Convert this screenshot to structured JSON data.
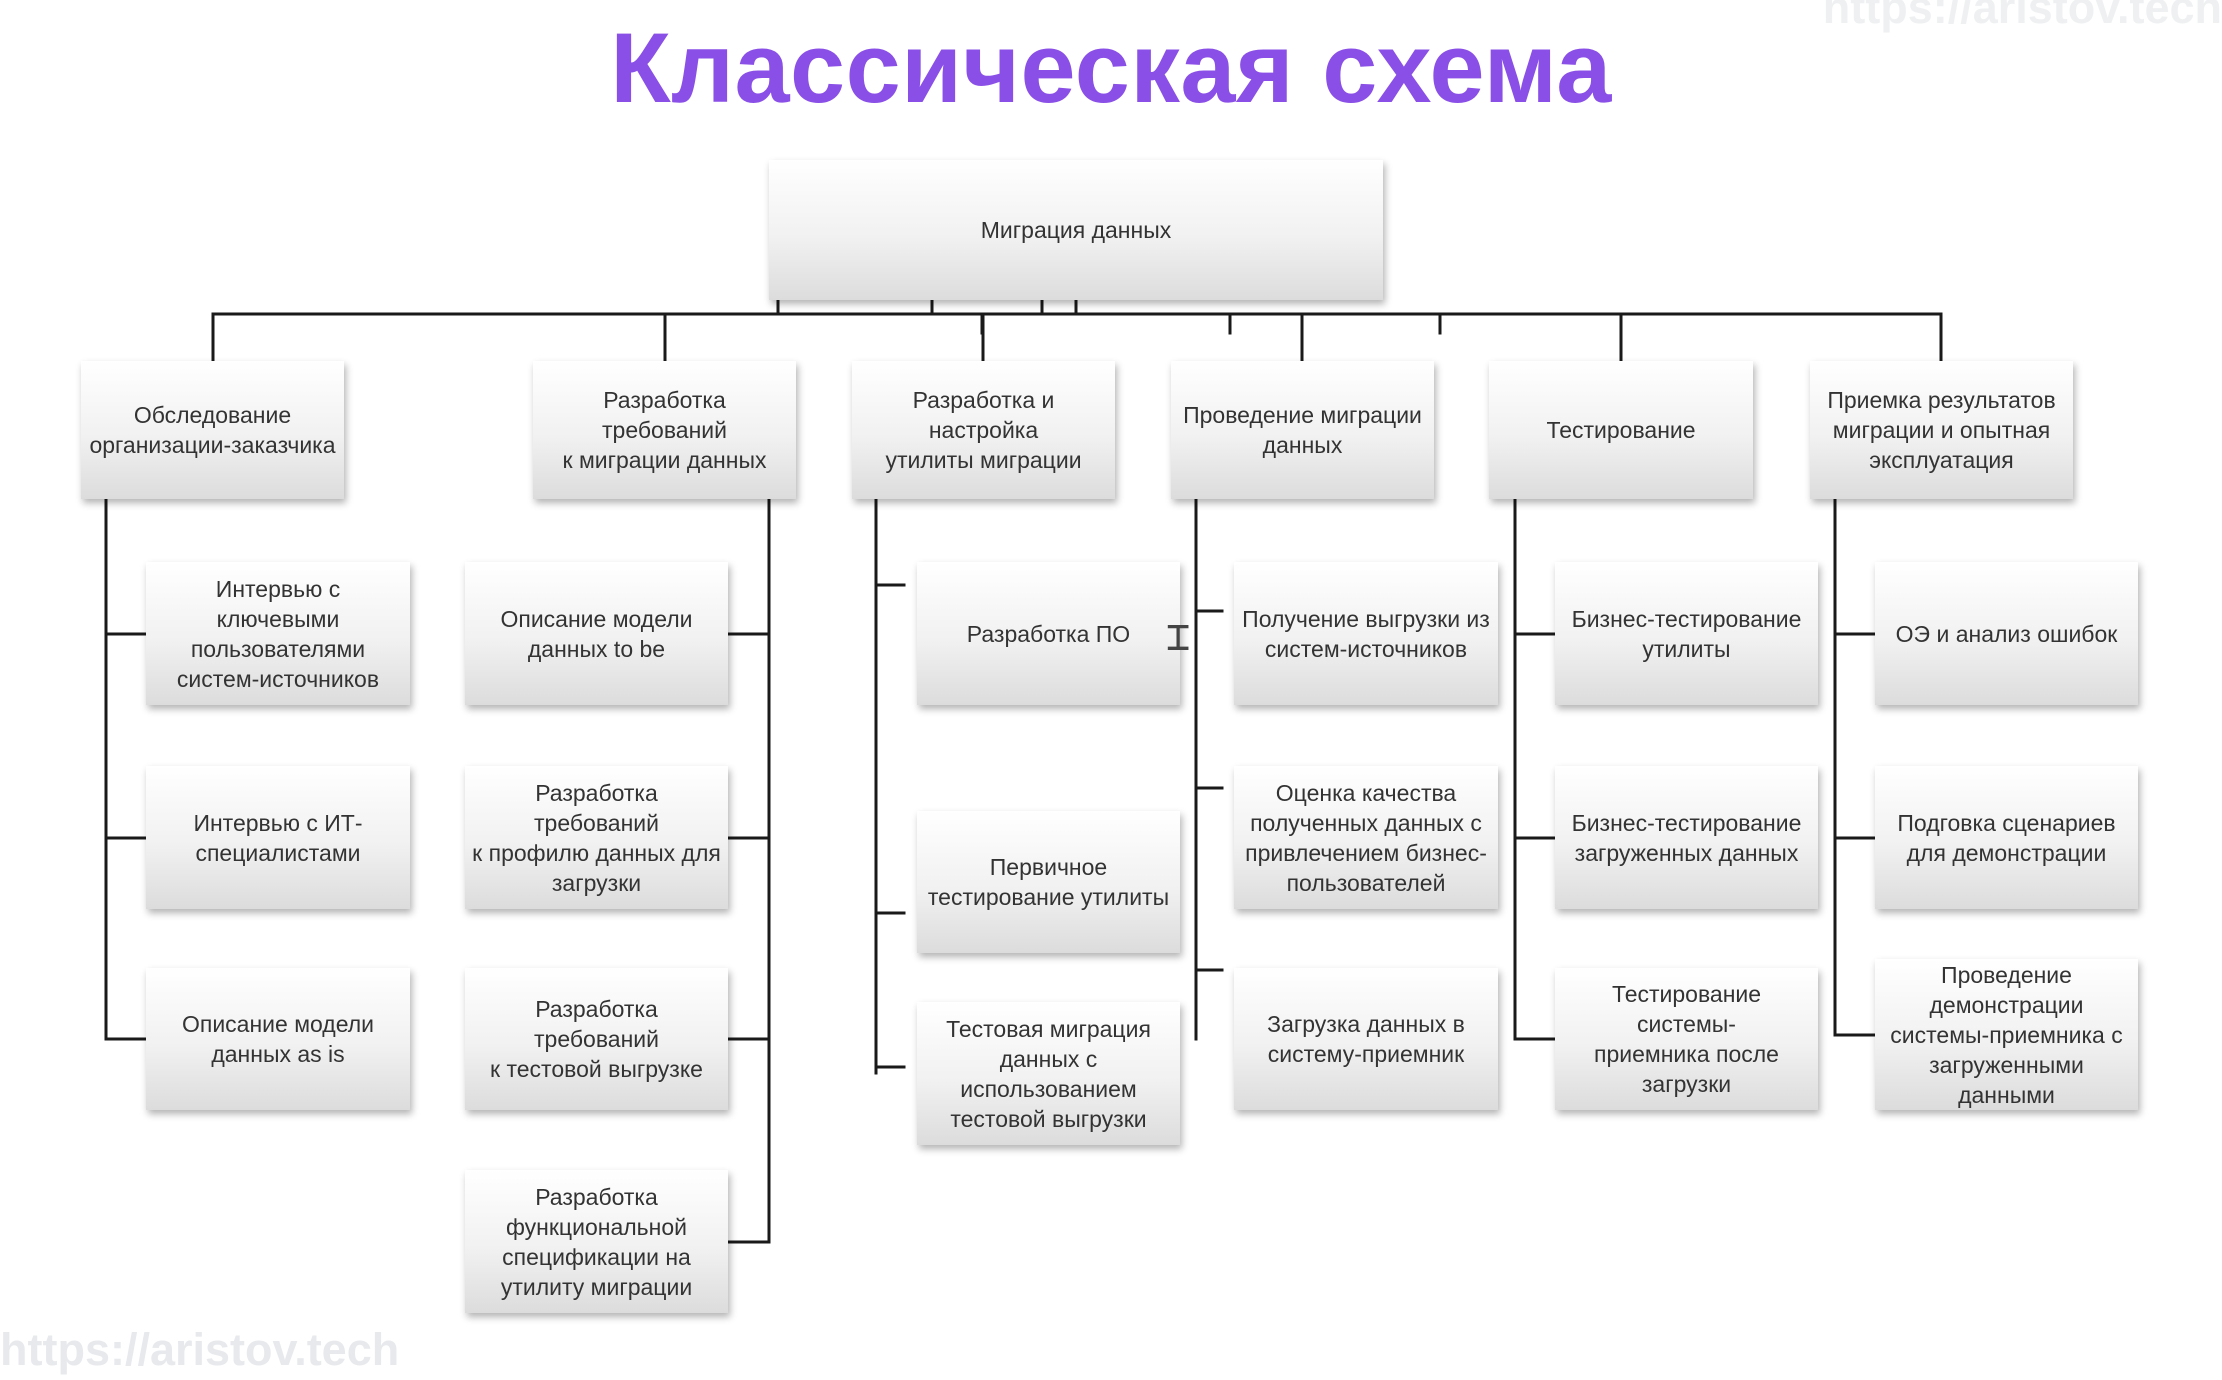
{
  "title": "Классическая схема",
  "watermark": "https://aristov.tech",
  "accent_color": "#8a4fe6",
  "root": "Миграция данных",
  "columns": [
    {
      "label": "Обследование\nорганизации-заказчика",
      "items": [
        "Интервью с ключевыми\nпользователями\nсистем-источников",
        "Интервью с ИТ-\nспециалистами",
        "Описание модели\nданных as is"
      ]
    },
    {
      "label": "Разработка требований\nк миграции данных",
      "items": [
        "Описание модели\nданных to be",
        "Разработка требований\nк профилю данных для\nзагрузки",
        "Разработка требований\nк тестовой выгрузке",
        "Разработка\nфункциональной\nспецификации на\nутилиту миграции"
      ]
    },
    {
      "label": "Разработка и настройка\nутилиты миграции",
      "items": [
        "Разработка ПО",
        "Первичное\nтестирование утилиты",
        "Тестовая миграция\nданных с\nиспользованием\nтестовой выгрузки"
      ]
    },
    {
      "label": "Проведение миграции\nданных",
      "items": [
        "Получение выгрузки из\nсистем-источников",
        "Оценка качества\nполученных данных с\nпривлечением бизнес-\nпользователей",
        "Загрузка данных в\nсистему-приемник"
      ]
    },
    {
      "label": "Тестирование",
      "items": [
        "Бизнес-тестирование\nутилиты",
        "Бизнес-тестирование\nзагруженных данных",
        "Тестирование системы-\nприемника после\nзагрузки"
      ]
    },
    {
      "label": "Приемка результатов\nмиграции и опытная\nэксплуатация",
      "items": [
        "ОЭ и анализ ошибок",
        "Подговка сценариев\nдля демонстрации",
        "Проведение\nдемонстрации\nсистемы-приемника с\nзагруженными\nданными"
      ]
    }
  ]
}
